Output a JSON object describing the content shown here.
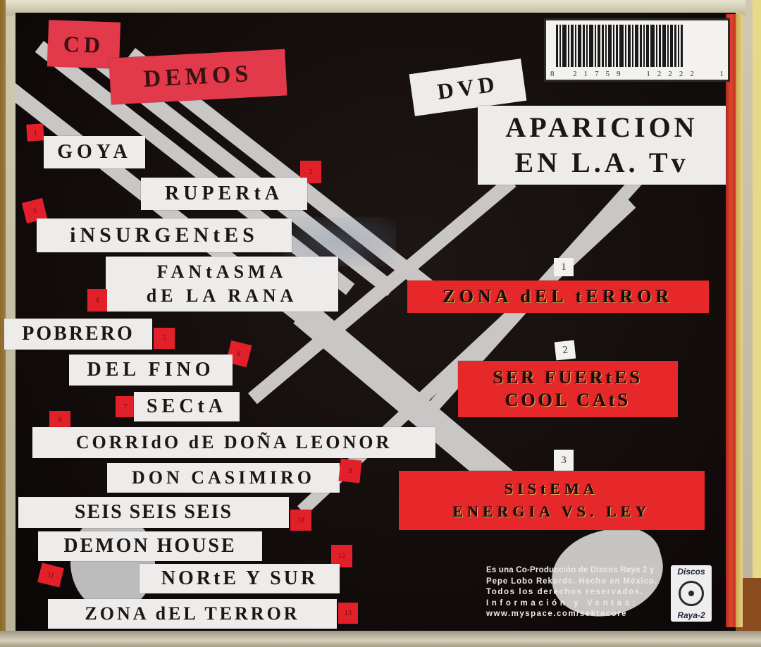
{
  "cd_section": {
    "heading_line1": "CD",
    "heading_line2": "DEMOS",
    "tracks": [
      {
        "number": "1",
        "title": "GOYA"
      },
      {
        "number": "2",
        "title": "RUPERtA"
      },
      {
        "number": "3",
        "title": "iNSURGENtES"
      },
      {
        "number": "4",
        "title_line1": "FANtASMA",
        "title_line2": "dE LA RANA"
      },
      {
        "number": "5",
        "title": "POBRERO"
      },
      {
        "number": "6",
        "title": "DEL FINO"
      },
      {
        "number": "7",
        "title": "SECtA"
      },
      {
        "number": "8",
        "title": "CORRIdO dE DOÑA LEONOR"
      },
      {
        "number": "9",
        "title": "DON CASIMIRO"
      },
      {
        "number": "10",
        "title": "SEIS SEIS SEIS"
      },
      {
        "number": "11",
        "title": "DEMON HOUSE"
      },
      {
        "number": "12",
        "title": "NORtE Y SUR"
      },
      {
        "number": "13",
        "title": "ZONA dEL TERROR"
      }
    ]
  },
  "dvd_section": {
    "heading": "DVD",
    "subtitle_line1": "APARICION",
    "subtitle_line2": "EN L.A. Tv",
    "tracks": [
      {
        "number": "1",
        "title": "ZONA dEL tERROR"
      },
      {
        "number": "2",
        "title_line1": "SER FUERtES",
        "title_line2": "COOL CAtS"
      },
      {
        "number": "3",
        "title_line1": "SIStEMA",
        "title_line2": "ENERGIA VS. LEY"
      }
    ]
  },
  "barcode": {
    "digits": [
      "8",
      "21759",
      "12222",
      "1"
    ]
  },
  "credits": {
    "lines": [
      "Es una Co-Producción de Discos Raya 2 y",
      "Pepe Lobo Rekords. Hecho en México.",
      "Todos los derechos reservados.",
      "Información y Ventas:",
      "www.myspace.com/sektacore"
    ]
  },
  "label_logo": {
    "top": "Discos",
    "bottom": "Raya-2"
  },
  "colors": {
    "label_red": "#e6282a",
    "label_white": "#eeecea",
    "background_black": "#120c0b",
    "stripe_gray": "#c9c7c6"
  }
}
